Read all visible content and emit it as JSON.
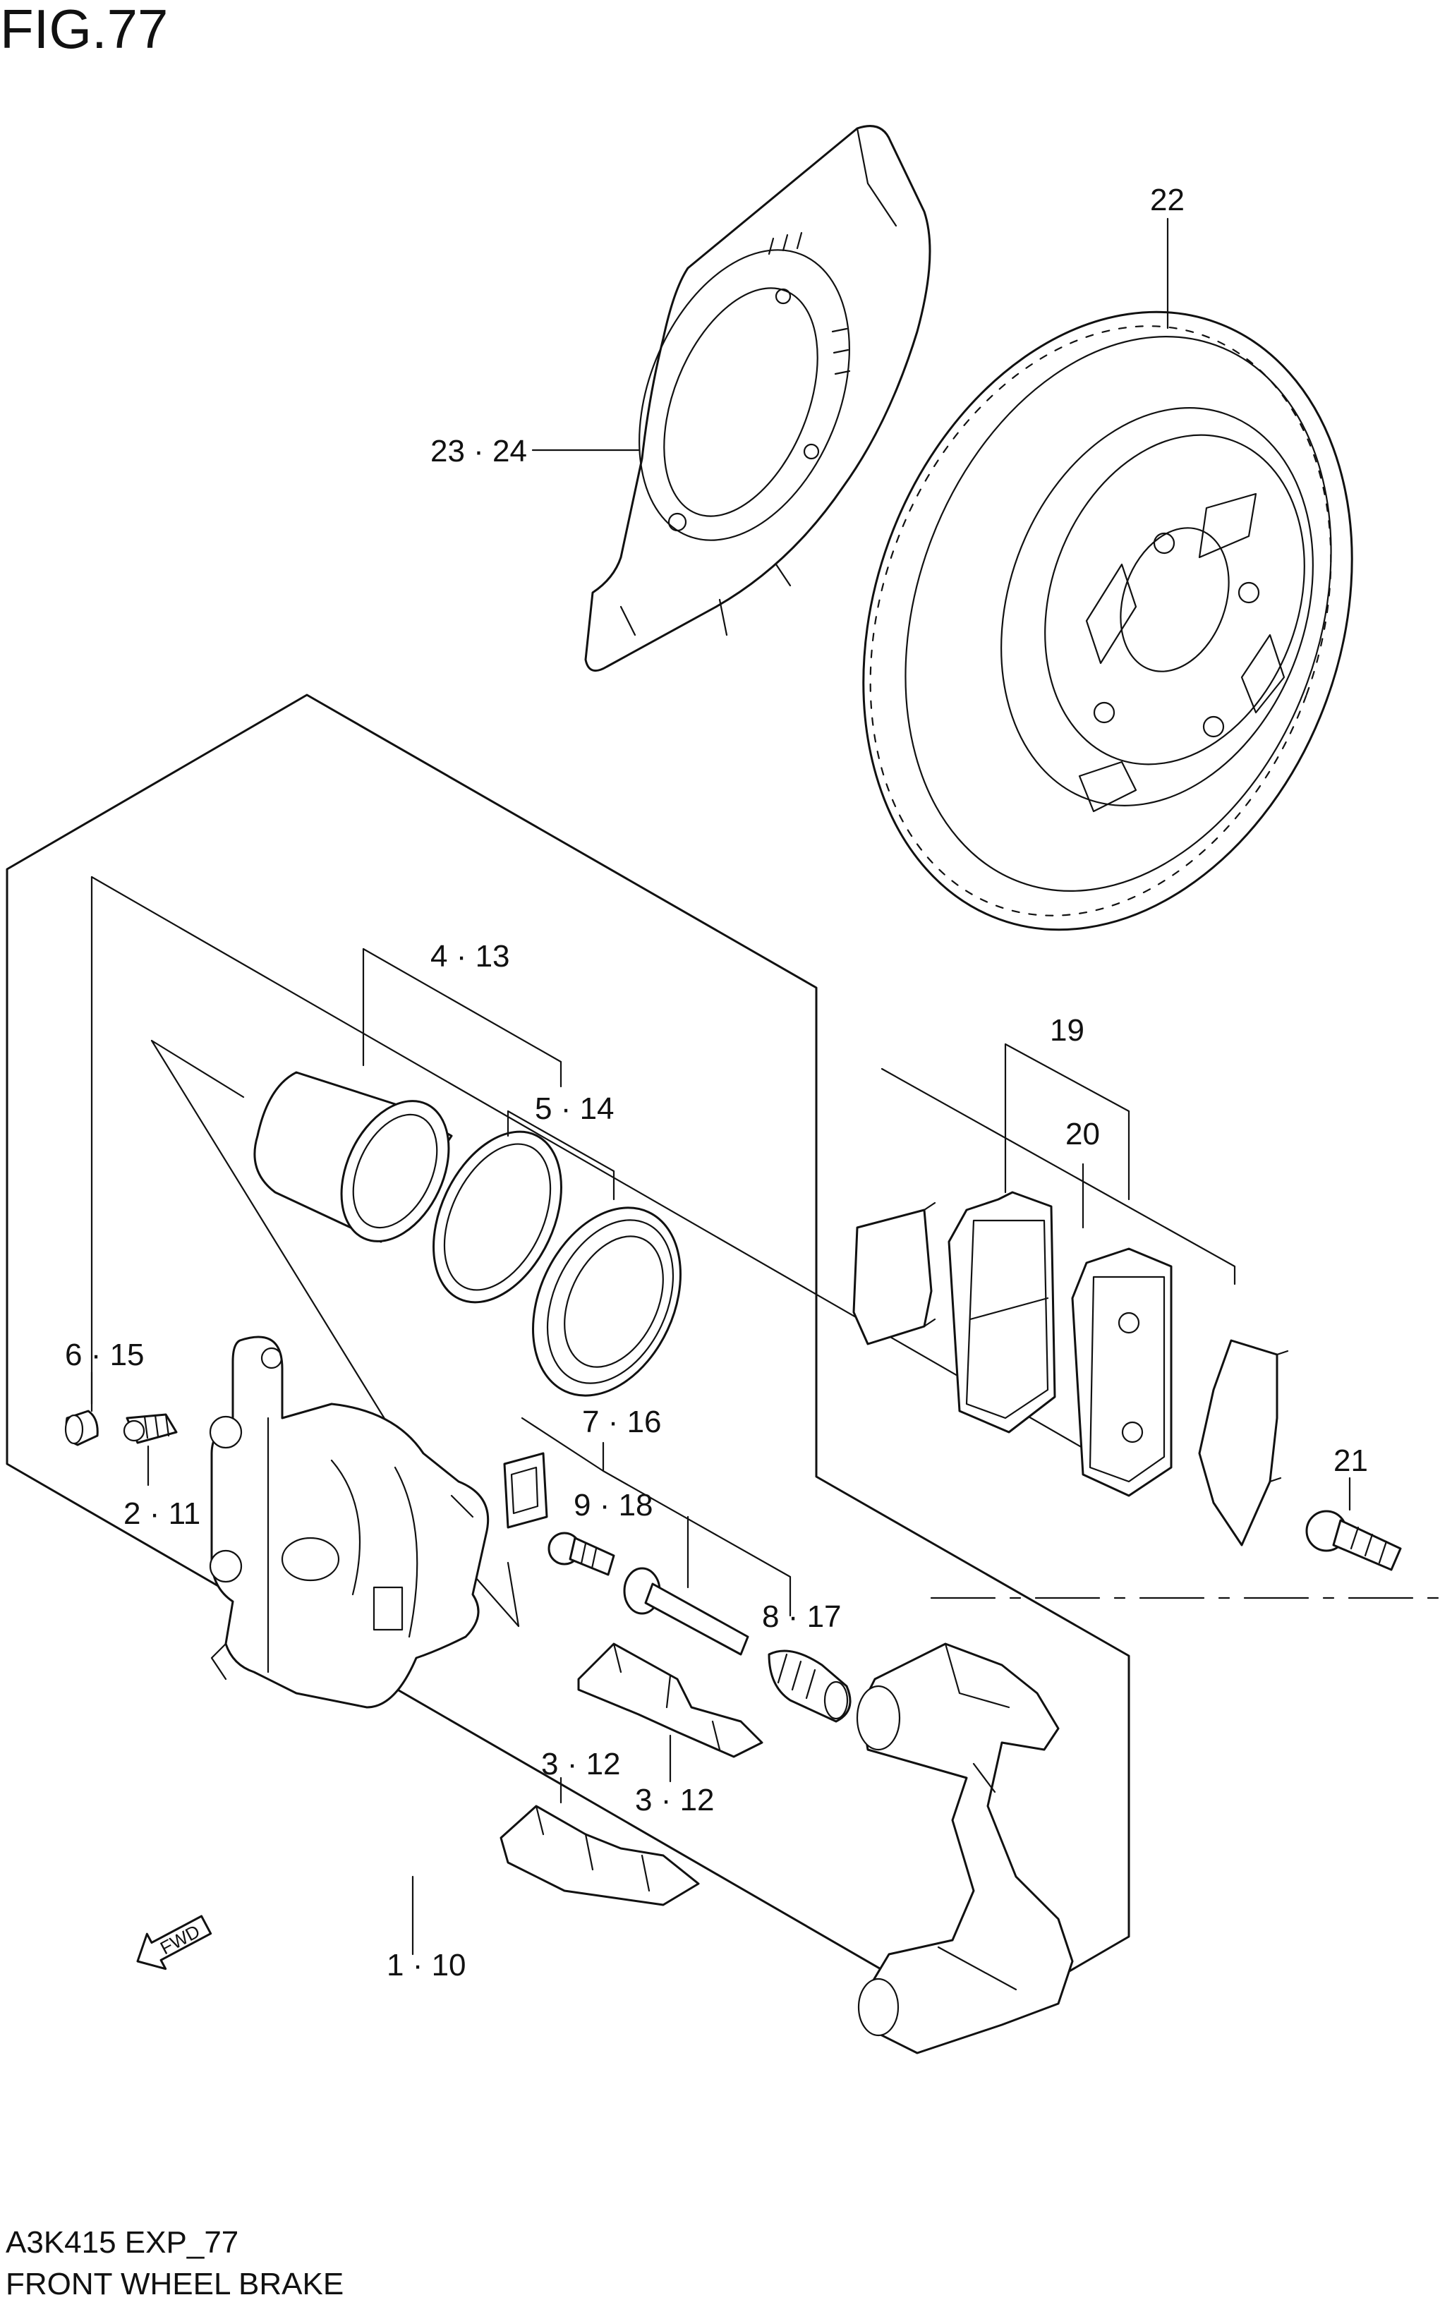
{
  "figure": {
    "title": "FIG.77"
  },
  "footer": {
    "code": "A3K415 EXP_77",
    "name": "FRONT WHEEL BRAKE"
  },
  "fwd_label": "FWD",
  "callouts": {
    "c22": "22",
    "c23_24": "23 · 24",
    "c4_13": "4 · 13",
    "c5_14": "5 · 14",
    "c19": "19",
    "c20": "20",
    "c6_15": "6 · 15",
    "c2_11": "2 · 11",
    "c7_16": "7 · 16",
    "c9_18": "9 · 18",
    "c8_17": "8 · 17",
    "c3_12a": "3 · 12",
    "c3_12b": "3 · 12",
    "c21": "21",
    "c1_10": "1 · 10"
  }
}
